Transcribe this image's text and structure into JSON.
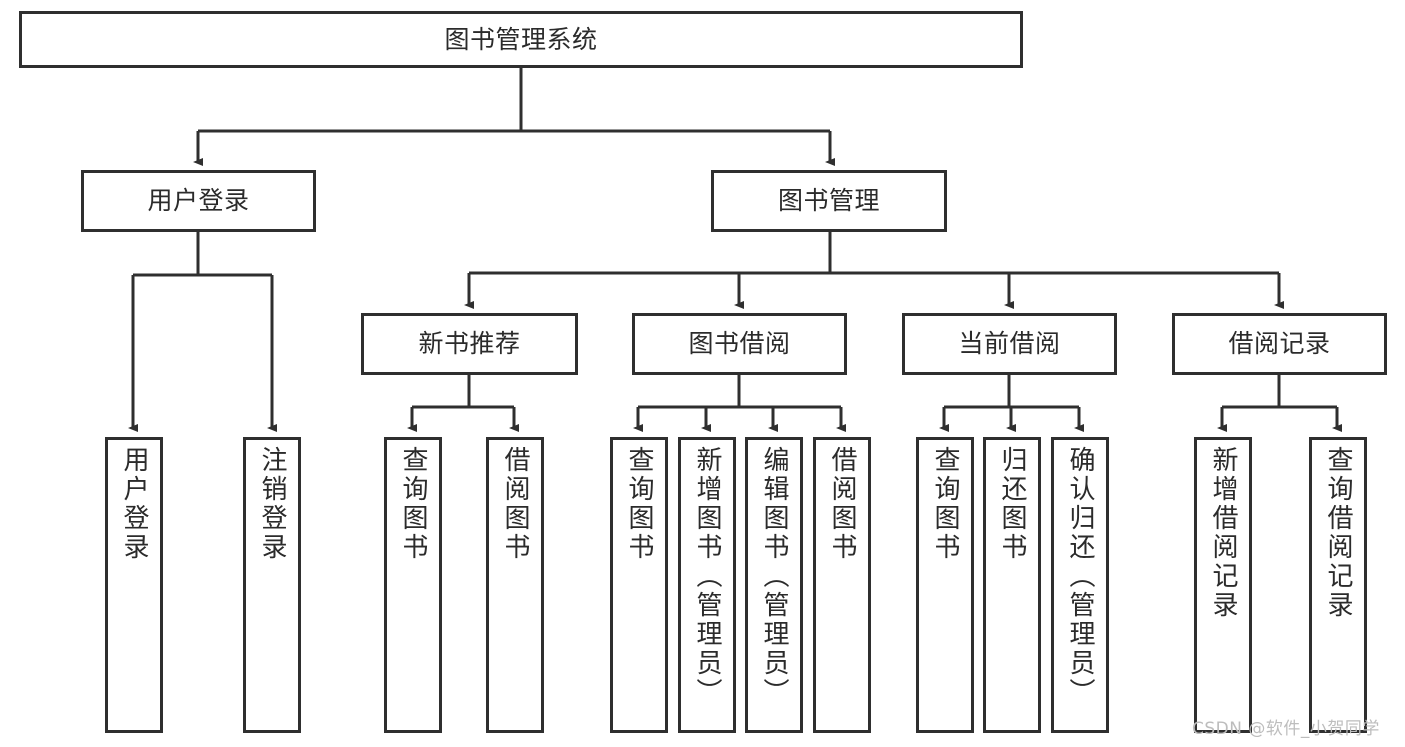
{
  "diagram": {
    "type": "tree",
    "title": "图书管理系统",
    "orientation": "top-down",
    "colors": {
      "box_border": "#2f2f2f",
      "box_fill": "#ffffff",
      "connector": "#2f2f2f",
      "text": "#2b2b2b",
      "watermark": "#bdbdbd",
      "background": "#ffffff"
    },
    "root": {
      "id": "root",
      "label": "图书管理系统"
    },
    "level2": [
      {
        "id": "user-login",
        "label": "用户登录"
      },
      {
        "id": "book-manage",
        "label": "图书管理"
      }
    ],
    "level3": [
      {
        "id": "new-book-recommend",
        "label": "新书推荐",
        "parent": "book-manage"
      },
      {
        "id": "book-borrow",
        "label": "图书借阅",
        "parent": "book-manage"
      },
      {
        "id": "current-borrow",
        "label": "当前借阅",
        "parent": "book-manage"
      },
      {
        "id": "borrow-record",
        "label": "借阅记录",
        "parent": "book-manage"
      }
    ],
    "leaves": {
      "user_login": [
        {
          "id": "leaf-user-login",
          "label": "用户登录"
        },
        {
          "id": "leaf-user-logout",
          "label": "注销登录"
        }
      ],
      "new_book_recommend": [
        {
          "id": "leaf-query-book-1",
          "label": "查询图书"
        },
        {
          "id": "leaf-borrow-book-1",
          "label": "借阅图书"
        }
      ],
      "book_borrow": [
        {
          "id": "leaf-query-book-2",
          "label": "查询图书"
        },
        {
          "id": "leaf-add-book",
          "label": "新增图书（管理员）"
        },
        {
          "id": "leaf-edit-book",
          "label": "编辑图书（管理员）"
        },
        {
          "id": "leaf-borrow-book-2",
          "label": "借阅图书"
        }
      ],
      "current_borrow": [
        {
          "id": "leaf-query-book-3",
          "label": "查询图书"
        },
        {
          "id": "leaf-return-book",
          "label": "归还图书"
        },
        {
          "id": "leaf-confirm-return",
          "label": "确认归还（管理员）"
        }
      ],
      "borrow_record": [
        {
          "id": "leaf-add-record",
          "label": "新增借阅记录"
        },
        {
          "id": "leaf-query-record",
          "label": "查询借阅记录"
        }
      ]
    }
  },
  "watermark": {
    "text": "CSDN @软件_小贺同学"
  }
}
